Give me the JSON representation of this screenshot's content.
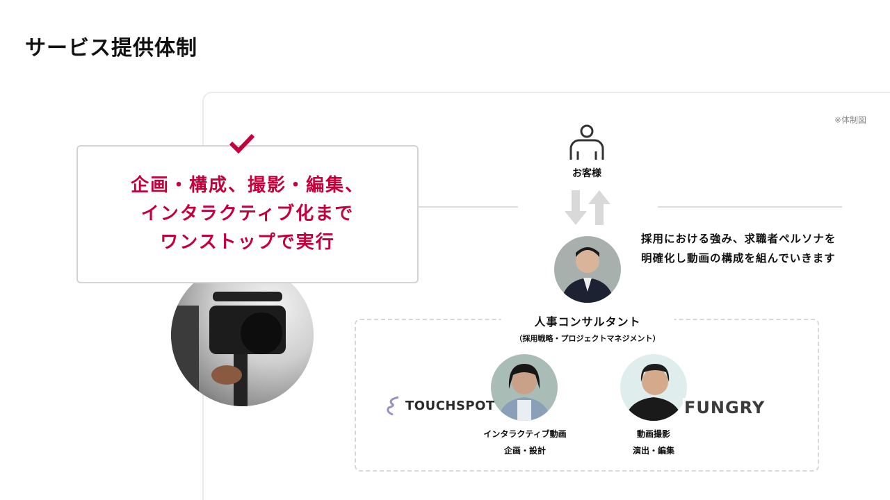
{
  "title": "サービス提供体制",
  "note": "※体制図",
  "callout": {
    "lines": [
      "企画・構成、撮影・編集、",
      "インタラクティブ化まで",
      "ワンストップで実行"
    ]
  },
  "customer": {
    "label": "お客様"
  },
  "description": {
    "lines": [
      "採用における強み、求職者ペルソナを",
      "明確化し動画の構成を組んでいきます"
    ]
  },
  "consultant": {
    "title": "人事コンサルタント",
    "subtitle": "（採用戦略・プロジェクトマネジメント）"
  },
  "partners": [
    {
      "logo": "TOUCHSPOT",
      "lines": [
        "インタラクティブ動画",
        "企画・設計"
      ]
    },
    {
      "logo": "FUNGRY",
      "lines": [
        "動画撮影",
        "演出・編集"
      ]
    }
  ],
  "colors": {
    "accent": "#c4003c",
    "gray": "#d9d9d9"
  }
}
